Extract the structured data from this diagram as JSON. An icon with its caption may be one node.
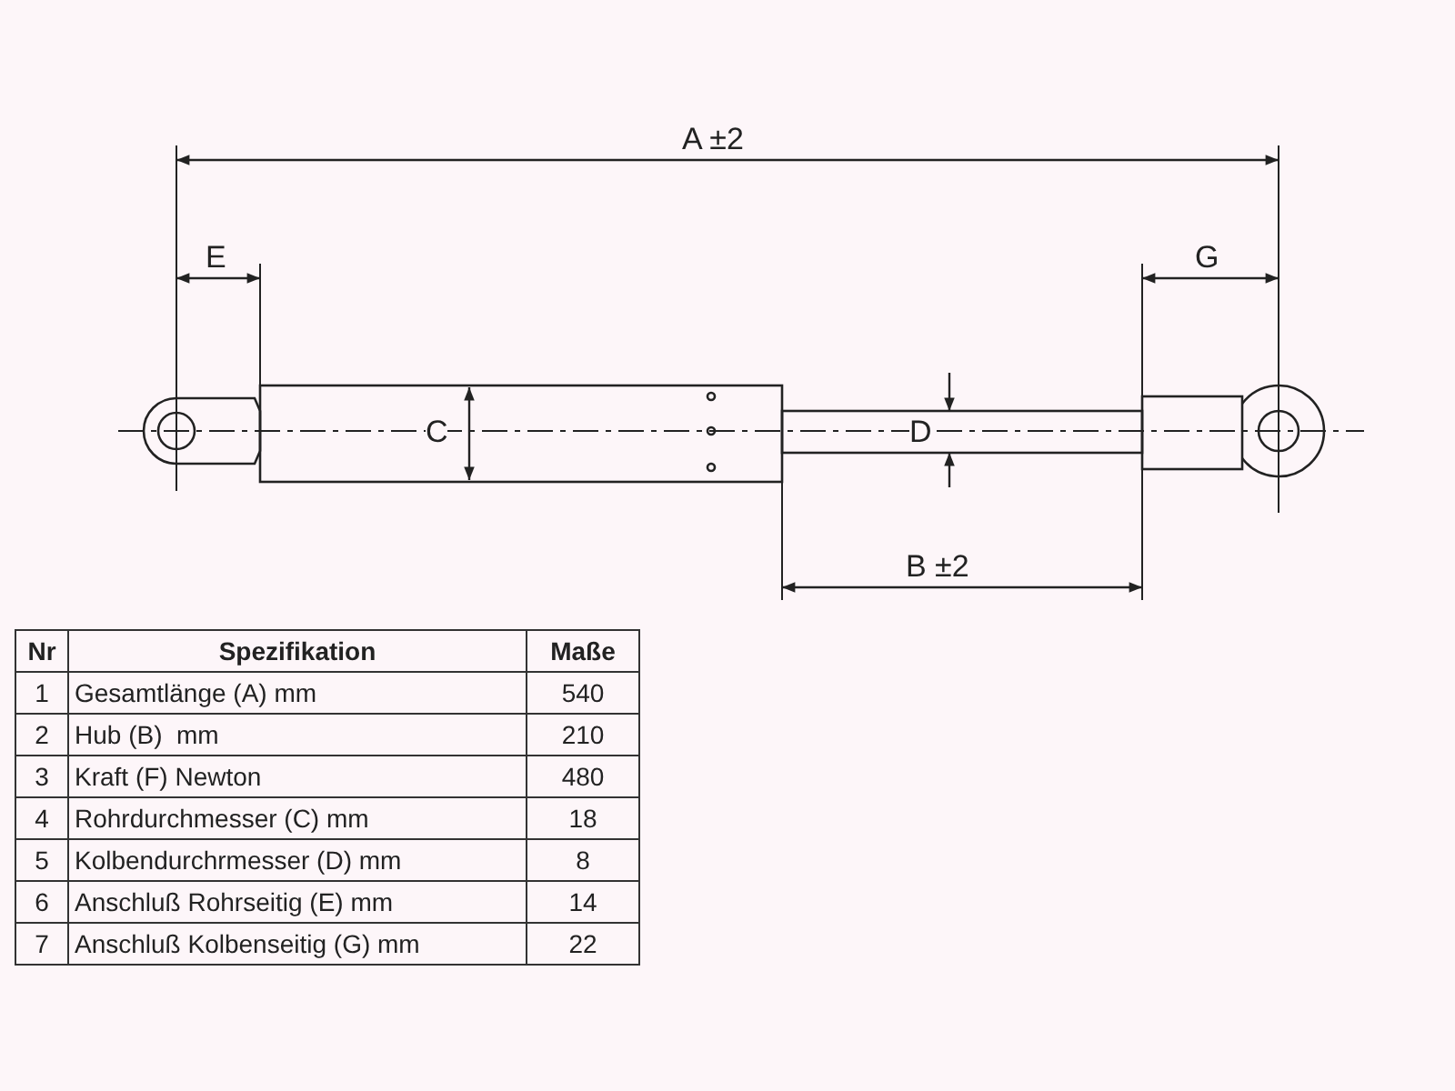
{
  "diagram": {
    "labels": [
      "A ±2",
      "E",
      "G",
      "C",
      "D",
      "B ±2",
      "Nr",
      "Spezifikation",
      "Maße",
      "1",
      "Gesamtlänge (A) mm",
      "540",
      "2",
      "Hub (B)  mm",
      "210",
      "3",
      "Kraft (F) Newton",
      "480",
      "4",
      "Rohrdurchmesser (C) mm",
      "18",
      "5",
      "Kolbendurchrmesser (D) mm",
      "8",
      "6",
      "Anschluß Rohrseitig (E) mm",
      "14",
      "7",
      "Anschluß Kolbenseitig (G) mm",
      "22"
    ]
  }
}
